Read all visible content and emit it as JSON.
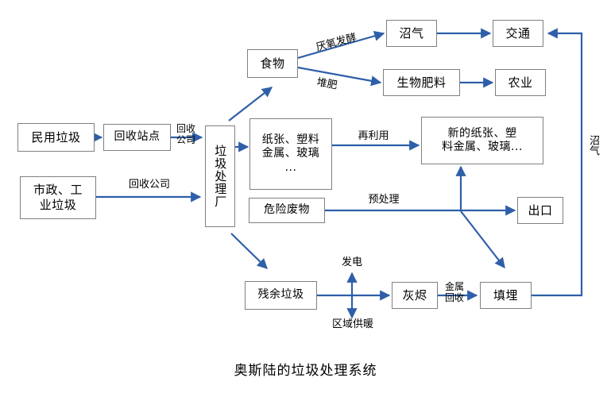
{
  "diagram": {
    "caption": "奥斯陆的垃圾处理系统",
    "accent_color": "#2E5FA8",
    "box_border_color": "#808080",
    "text_color": "#000000",
    "background_color": "#FFFFFF",
    "nodes": [
      {
        "id": "household-waste",
        "label": "民用垃圾"
      },
      {
        "id": "recycling-station",
        "label": "回收站点"
      },
      {
        "id": "waste-plant",
        "label": "垃圾处理厂"
      },
      {
        "id": "municipal-waste",
        "label": "市政、工\n业垃圾"
      },
      {
        "id": "food",
        "label": "食物"
      },
      {
        "id": "biogas",
        "label": "沼气"
      },
      {
        "id": "transport",
        "label": "交通"
      },
      {
        "id": "biofertilizer",
        "label": "生物肥料"
      },
      {
        "id": "agriculture",
        "label": "农业"
      },
      {
        "id": "recyclables",
        "label": "纸张、塑料\n金属、玻璃\n..."
      },
      {
        "id": "new-materials",
        "label": "新的纸张、塑\n料金属、玻璃..."
      },
      {
        "id": "hazardous-waste",
        "label": "危险废物"
      },
      {
        "id": "export",
        "label": "出口"
      },
      {
        "id": "residual-waste",
        "label": "残余垃圾"
      },
      {
        "id": "ash",
        "label": "灰烬"
      },
      {
        "id": "landfill",
        "label": "填埋"
      }
    ],
    "edge_labels": [
      {
        "id": "recycling-company-short",
        "label": "回收\n公司"
      },
      {
        "id": "recycling-company",
        "label": "回收公司"
      },
      {
        "id": "anaerobic-fermentation",
        "label": "厌氧发酵"
      },
      {
        "id": "composting",
        "label": "堆肥"
      },
      {
        "id": "reuse",
        "label": "再利用"
      },
      {
        "id": "pretreatment",
        "label": "预处理"
      },
      {
        "id": "power-generation",
        "label": "发电"
      },
      {
        "id": "district-heating",
        "label": "区域供暖"
      },
      {
        "id": "metal-recovery",
        "label": "金属\n回收"
      },
      {
        "id": "biogas-return",
        "label": "沼气"
      }
    ]
  }
}
